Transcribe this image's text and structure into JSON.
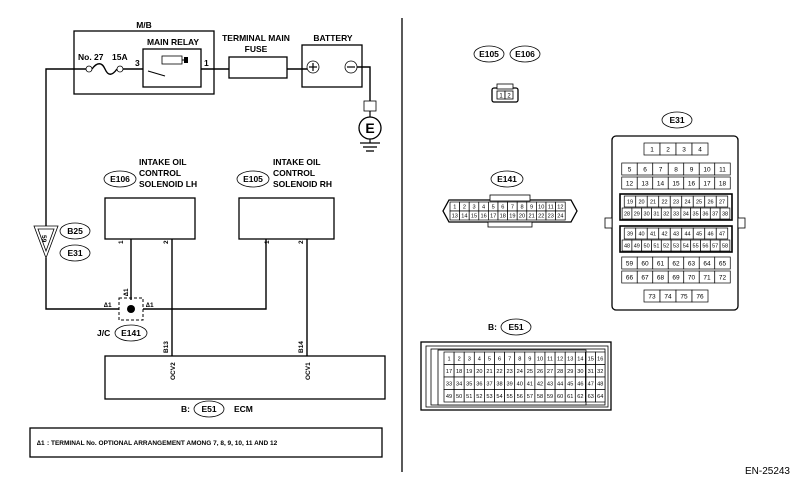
{
  "figure_id": "EN-25243",
  "mb": {
    "label": "M/B",
    "fuse_no": "No. 27",
    "fuse_rating": "15A"
  },
  "main_relay": {
    "label": "MAIN RELAY",
    "pin_a": "3",
    "pin_b": "1"
  },
  "terminal_main_fuse": {
    "line1": "TERMINAL MAIN",
    "line2": "FUSE"
  },
  "battery": {
    "label": "BATTERY",
    "plus": "+",
    "minus": "−"
  },
  "ground": {
    "label": "E"
  },
  "solenoid_lh": {
    "connector": "E106",
    "line1": "INTAKE OIL",
    "line2": "CONTROL",
    "line3": "SOLENOID LH",
    "pin1": "1",
    "pin2": "2"
  },
  "solenoid_rh": {
    "connector": "E105",
    "line1": "INTAKE OIL",
    "line2": "CONTROL",
    "line3": "SOLENOID RH",
    "pin1": "1",
    "pin2": "2"
  },
  "harness": {
    "pin": "59",
    "conn_a": "B25",
    "conn_b": "E31"
  },
  "jc": {
    "label": "J/C",
    "connector": "E141",
    "star": "∆1",
    "star_pin": "1"
  },
  "ecm": {
    "label": "ECM",
    "prefix": "B:",
    "connector": "E51",
    "pin_a": "B13",
    "pin_b": "B14",
    "sig_a": "OCV2",
    "sig_b": "OCV1"
  },
  "note": {
    "star": "∆1",
    "text": ": TERMINAL No. OPTIONAL ARRANGEMENT AMONG 7, 8, 9, 10, 11 AND 12"
  },
  "right_panel": {
    "e105_e106": {
      "tag_a": "E105",
      "tag_b": "E106",
      "pins": [
        "1",
        "2"
      ]
    },
    "e141": {
      "tag": "E141",
      "row1": [
        "1",
        "2",
        "3",
        "4",
        "5",
        "6",
        "7",
        "8",
        "9",
        "10",
        "11",
        "12"
      ],
      "row2": [
        "13",
        "14",
        "15",
        "16",
        "17",
        "18",
        "19",
        "20",
        "21",
        "22",
        "23",
        "24"
      ]
    },
    "e31": {
      "tag": "E31",
      "rows": [
        [
          "1",
          "2",
          "3",
          "4"
        ],
        [
          "5",
          "6",
          "7",
          "8",
          "9",
          "10",
          "11"
        ],
        [
          "12",
          "13",
          "14",
          "15",
          "16",
          "17",
          "18"
        ],
        [
          "19",
          "20",
          "21",
          "22",
          "23",
          "24",
          "25",
          "26",
          "27"
        ],
        [
          "28",
          "29",
          "30",
          "31",
          "32",
          "33",
          "34",
          "35",
          "36",
          "37",
          "38"
        ],
        [
          "39",
          "40",
          "41",
          "42",
          "43",
          "44",
          "45",
          "46",
          "47"
        ],
        [
          "48",
          "49",
          "50",
          "51",
          "52",
          "53",
          "54",
          "55",
          "56",
          "57",
          "58"
        ],
        [
          "59",
          "60",
          "61",
          "62",
          "63",
          "64",
          "65"
        ],
        [
          "66",
          "67",
          "68",
          "69",
          "70",
          "71",
          "72"
        ],
        [
          "73",
          "74",
          "75",
          "76"
        ]
      ]
    },
    "e51": {
      "prefix": "B:",
      "tag": "E51",
      "rows": [
        [
          "1",
          "2",
          "3",
          "4",
          "5",
          "6",
          "7",
          "8",
          "9",
          "10",
          "11",
          "12",
          "13",
          "14"
        ],
        [
          "17",
          "18",
          "19",
          "20",
          "21",
          "22",
          "23",
          "24",
          "25",
          "26",
          "27",
          "28",
          "29",
          "30"
        ],
        [
          "33",
          "34",
          "35",
          "36",
          "37",
          "38",
          "39",
          "40",
          "41",
          "42",
          "43",
          "44",
          "45",
          "46"
        ],
        [
          "49",
          "50",
          "51",
          "52",
          "53",
          "54",
          "55",
          "56",
          "57",
          "58",
          "59",
          "60",
          "61",
          "62"
        ]
      ],
      "side": [
        [
          "15",
          "16"
        ],
        [
          "31",
          "32"
        ],
        [
          "47",
          "48"
        ],
        [
          "63",
          "64"
        ]
      ]
    }
  }
}
